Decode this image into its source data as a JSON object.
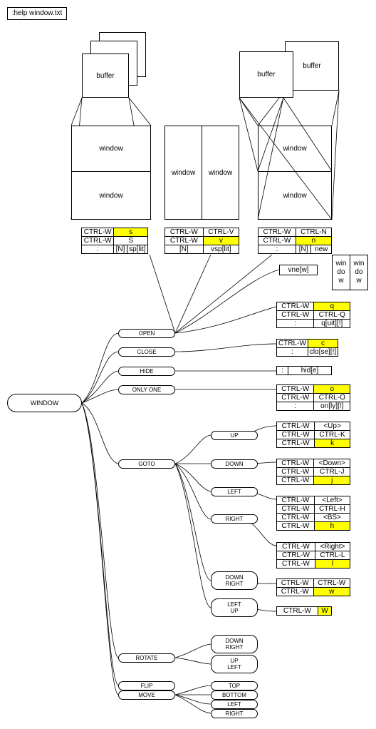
{
  "help_tag": ":help window.txt",
  "diagram": {
    "buffer_label": "buffer",
    "window_label": "window",
    "small_window_label": "win\ndo\nw",
    "vne_label": "vne[w]"
  },
  "colors": {
    "highlight": "#ffff00",
    "line": "#000000"
  },
  "nodes": {
    "root": "WINDOW",
    "open": "OPEN",
    "close": "CLOSE",
    "hide": "HIDE",
    "only_one": "ONLY ONE",
    "goto": "GOTO",
    "rotate": "ROTATE",
    "flip": "FLIP",
    "move": "MOVE",
    "up": "UP",
    "down": "DOWN",
    "left": "LEFT",
    "right": "RIGHT",
    "down_right": "DOWN\nRIGHT",
    "left_up": "LEFT\nUP",
    "rot_down_right": "DOWN\nRIGHT",
    "rot_up_left": "UP\nLEFT",
    "mv_top": "TOP",
    "mv_bottom": "BOTTOM",
    "mv_left": "LEFT",
    "mv_right": "RIGHT"
  },
  "tables": {
    "split": [
      [
        [
          "CTRL-W",
          0
        ],
        [
          "s",
          1
        ]
      ],
      [
        [
          "CTRL-W",
          0
        ],
        [
          "S",
          0
        ]
      ],
      [
        [
          ":",
          0
        ],
        [
          "[N]",
          0
        ],
        [
          "sp[lit]",
          0
        ]
      ]
    ],
    "vsplit": [
      [
        [
          "CTRL-W",
          0
        ],
        [
          "CTRL-V",
          0
        ]
      ],
      [
        [
          "CTRL-W",
          0
        ],
        [
          "v",
          1
        ]
      ],
      [
        [
          "[N]",
          0
        ],
        [
          "vsp[lit]",
          0
        ]
      ]
    ],
    "new": [
      [
        [
          "CTRL-W",
          0
        ],
        [
          "CTRL-N",
          0
        ]
      ],
      [
        [
          "CTRL-W",
          0
        ],
        [
          "n",
          1
        ]
      ],
      [
        [
          ":",
          0
        ],
        [
          "[N]",
          0
        ],
        [
          "new",
          0
        ]
      ]
    ],
    "quit": [
      [
        [
          "CTRL-W",
          0
        ],
        [
          "q",
          1
        ]
      ],
      [
        [
          "CTRL-W",
          0
        ],
        [
          "CTRL-Q",
          0
        ]
      ],
      [
        [
          ":",
          0
        ],
        [
          "q[uit][!]",
          0
        ]
      ]
    ],
    "close": [
      [
        [
          "CTRL-W",
          0
        ],
        [
          "c",
          1
        ]
      ],
      [
        [
          ":",
          0
        ],
        [
          "clo[se][!]",
          0
        ]
      ]
    ],
    "hide": [
      [
        [
          ":",
          0
        ],
        [
          "hid[e]",
          0
        ]
      ]
    ],
    "only": [
      [
        [
          "CTRL-W",
          0
        ],
        [
          "o",
          1
        ]
      ],
      [
        [
          "CTRL-W",
          0
        ],
        [
          "CTRL-O",
          0
        ]
      ],
      [
        [
          ":",
          0
        ],
        [
          "on[ly][!]",
          0
        ]
      ]
    ],
    "up": [
      [
        [
          "CTRL-W",
          0
        ],
        [
          "<Up>",
          0
        ]
      ],
      [
        [
          "CTRL-W",
          0
        ],
        [
          "CTRL-K",
          0
        ]
      ],
      [
        [
          "CTRL-W",
          0
        ],
        [
          "k",
          1
        ]
      ]
    ],
    "down": [
      [
        [
          "CTRL-W",
          0
        ],
        [
          "<Down>",
          0
        ]
      ],
      [
        [
          "CTRL-W",
          0
        ],
        [
          "CTRL-J",
          0
        ]
      ],
      [
        [
          "CTRL-W",
          0
        ],
        [
          "j",
          1
        ]
      ]
    ],
    "left": [
      [
        [
          "CTRL-W",
          0
        ],
        [
          "<Left>",
          0
        ]
      ],
      [
        [
          "CTRL-W",
          0
        ],
        [
          "CTRL-H",
          0
        ]
      ],
      [
        [
          "CTRL-W",
          0
        ],
        [
          "<BS>",
          0
        ]
      ],
      [
        [
          "CTRL-W",
          0
        ],
        [
          "h",
          1
        ]
      ]
    ],
    "right": [
      [
        [
          "CTRL-W",
          0
        ],
        [
          "<Right>",
          0
        ]
      ],
      [
        [
          "CTRL-W",
          0
        ],
        [
          "CTRL-L",
          0
        ]
      ],
      [
        [
          "CTRL-W",
          0
        ],
        [
          "l",
          1
        ]
      ]
    ],
    "down_right": [
      [
        [
          "CTRL-W",
          0
        ],
        [
          "CTRL-W",
          0
        ]
      ],
      [
        [
          "CTRL-W",
          0
        ],
        [
          "w",
          1
        ]
      ]
    ],
    "left_up": [
      [
        [
          "CTRL-W",
          0
        ],
        [
          "W",
          1
        ]
      ]
    ]
  }
}
